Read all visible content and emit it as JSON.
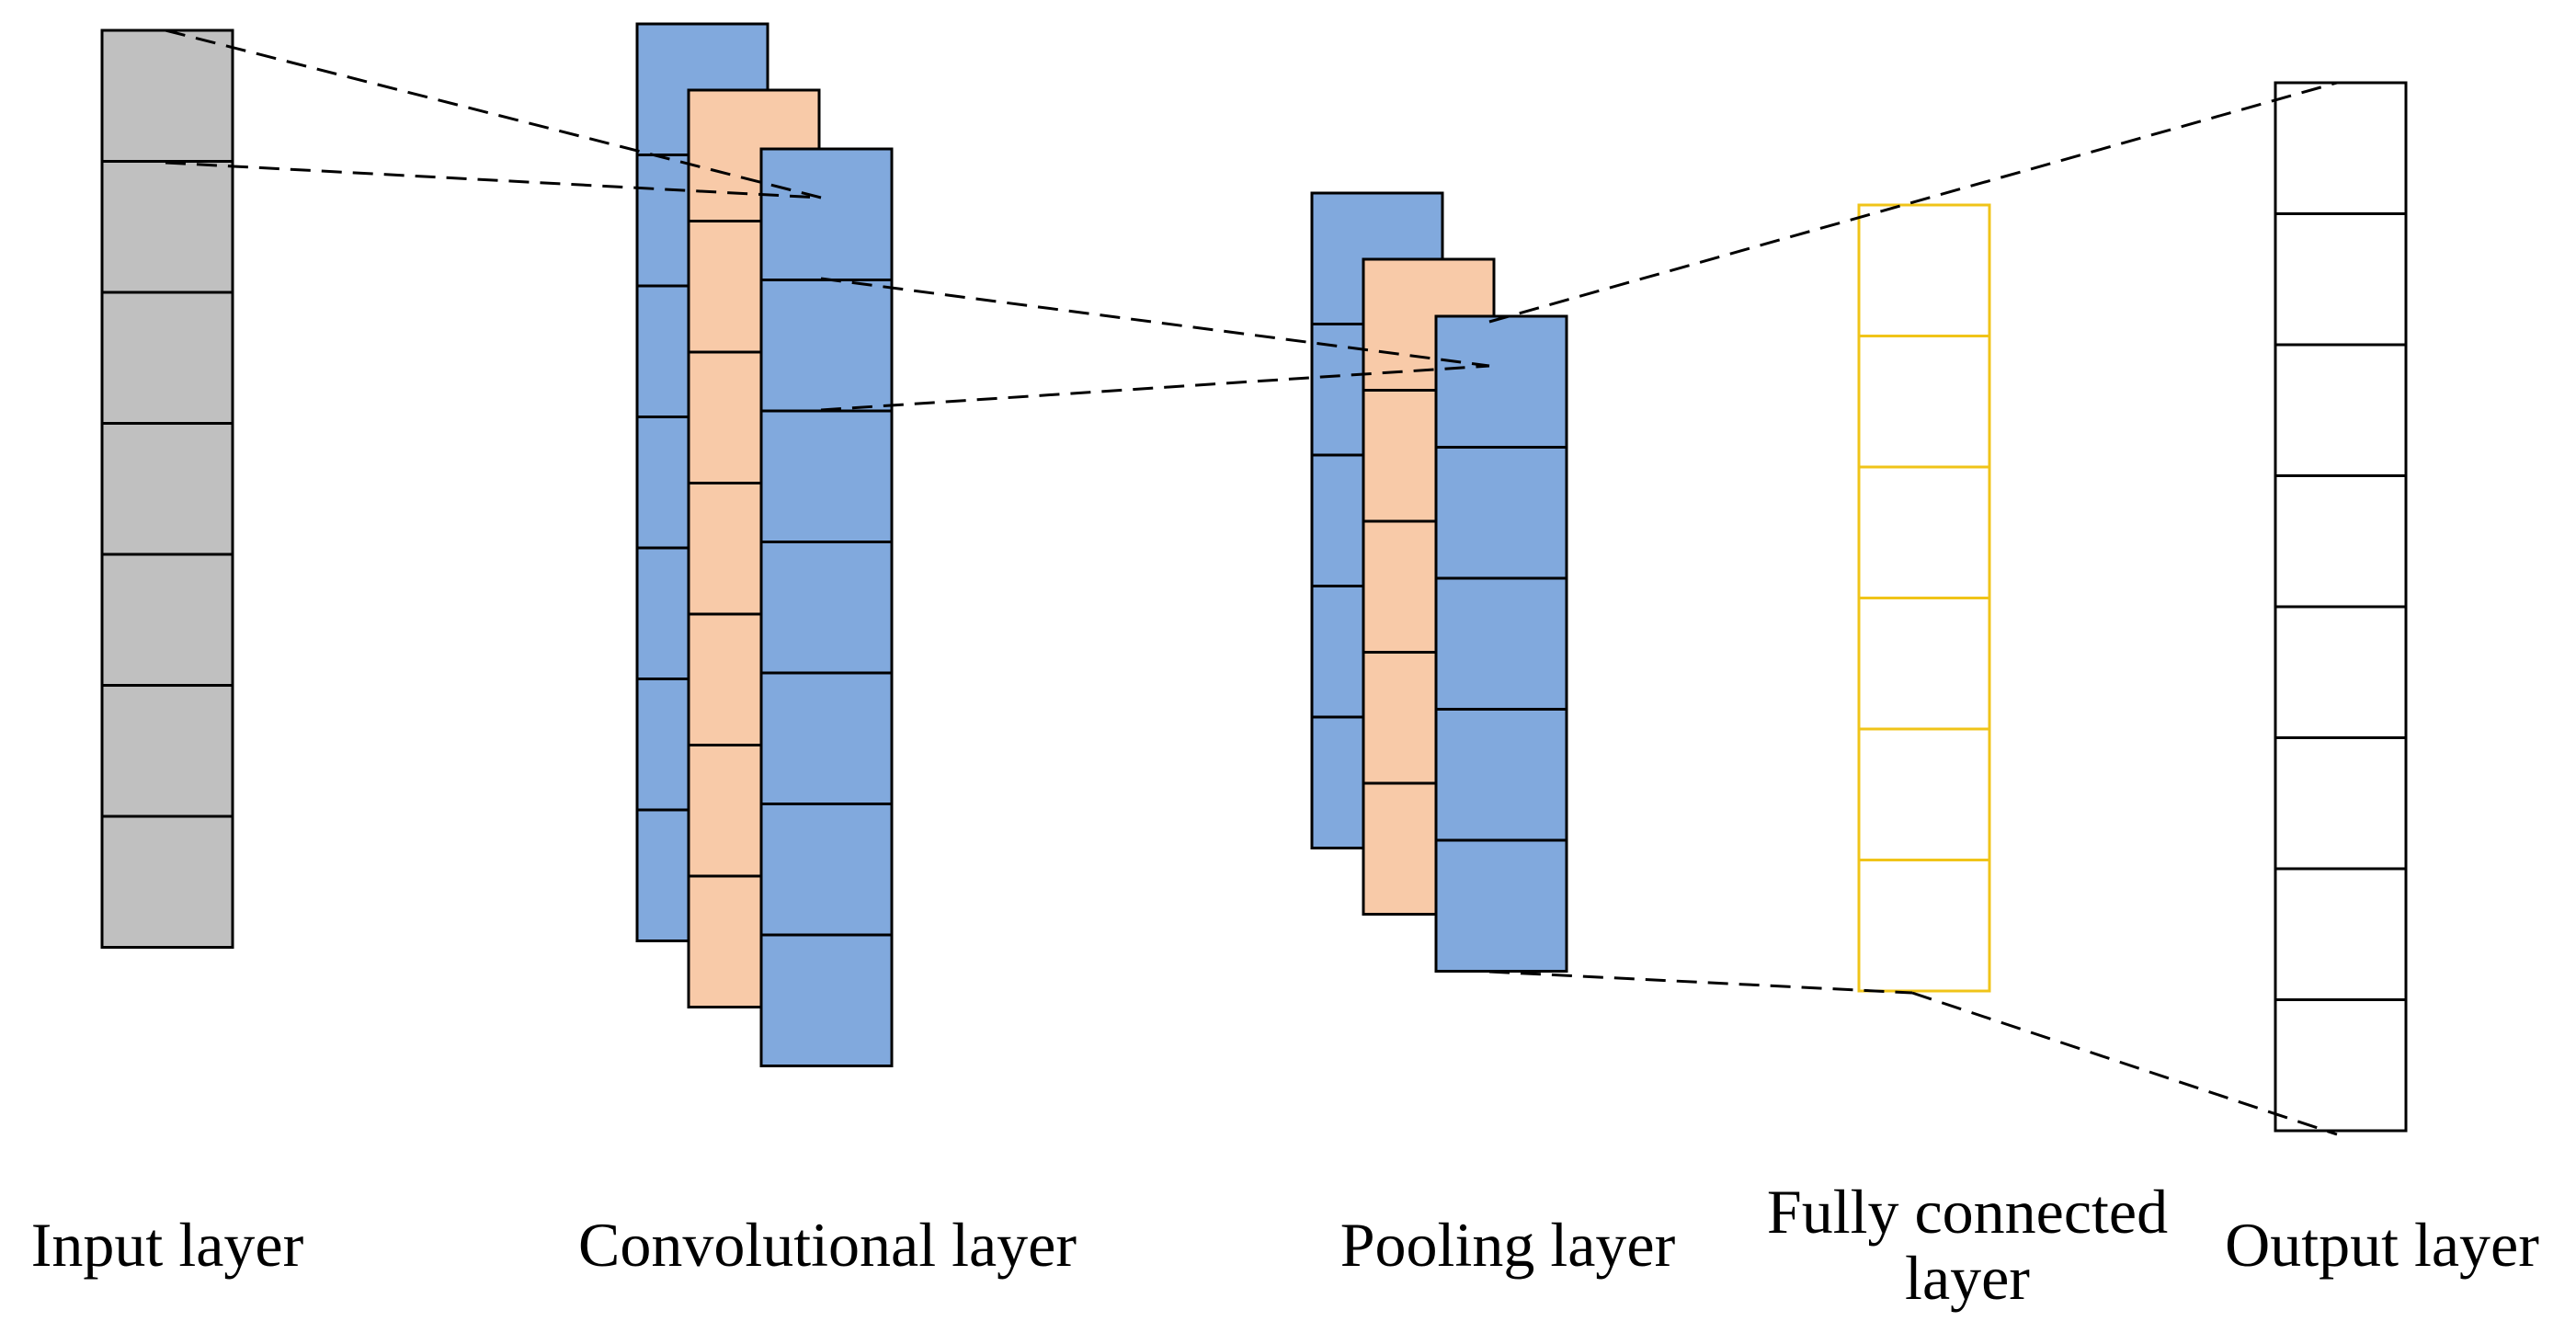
{
  "labels": {
    "input_layer": "Input layer",
    "convolutional_layer": "Convolutional layer",
    "pooling_layer": "Pooling layer",
    "fully_connected_layer": "Fully connected layer",
    "output_layer": "Output layer"
  },
  "layers": {
    "input": {
      "cells": 7,
      "fill": "#c0c0c0",
      "stroke": "#000000"
    },
    "convolutional": {
      "feature_maps": [
        {
          "cells": 7,
          "fill": "#81a9dd",
          "stroke": "#000000"
        },
        {
          "cells": 7,
          "fill": "#f8caa8",
          "stroke": "#000000"
        },
        {
          "cells": 7,
          "fill": "#81a9dd",
          "stroke": "#000000"
        }
      ]
    },
    "pooling": {
      "feature_maps": [
        {
          "cells": 5,
          "fill": "#81a9dd",
          "stroke": "#000000"
        },
        {
          "cells": 5,
          "fill": "#f8caa8",
          "stroke": "#000000"
        },
        {
          "cells": 5,
          "fill": "#81a9dd",
          "stroke": "#000000"
        }
      ]
    },
    "fully_connected": {
      "cells": 6,
      "fill": "#ffffff",
      "stroke": "#f0c419"
    },
    "output": {
      "cells": 8,
      "fill": "#ffffff",
      "stroke": "#000000"
    }
  },
  "connections": {
    "style": "dashed",
    "color": "#000000"
  }
}
